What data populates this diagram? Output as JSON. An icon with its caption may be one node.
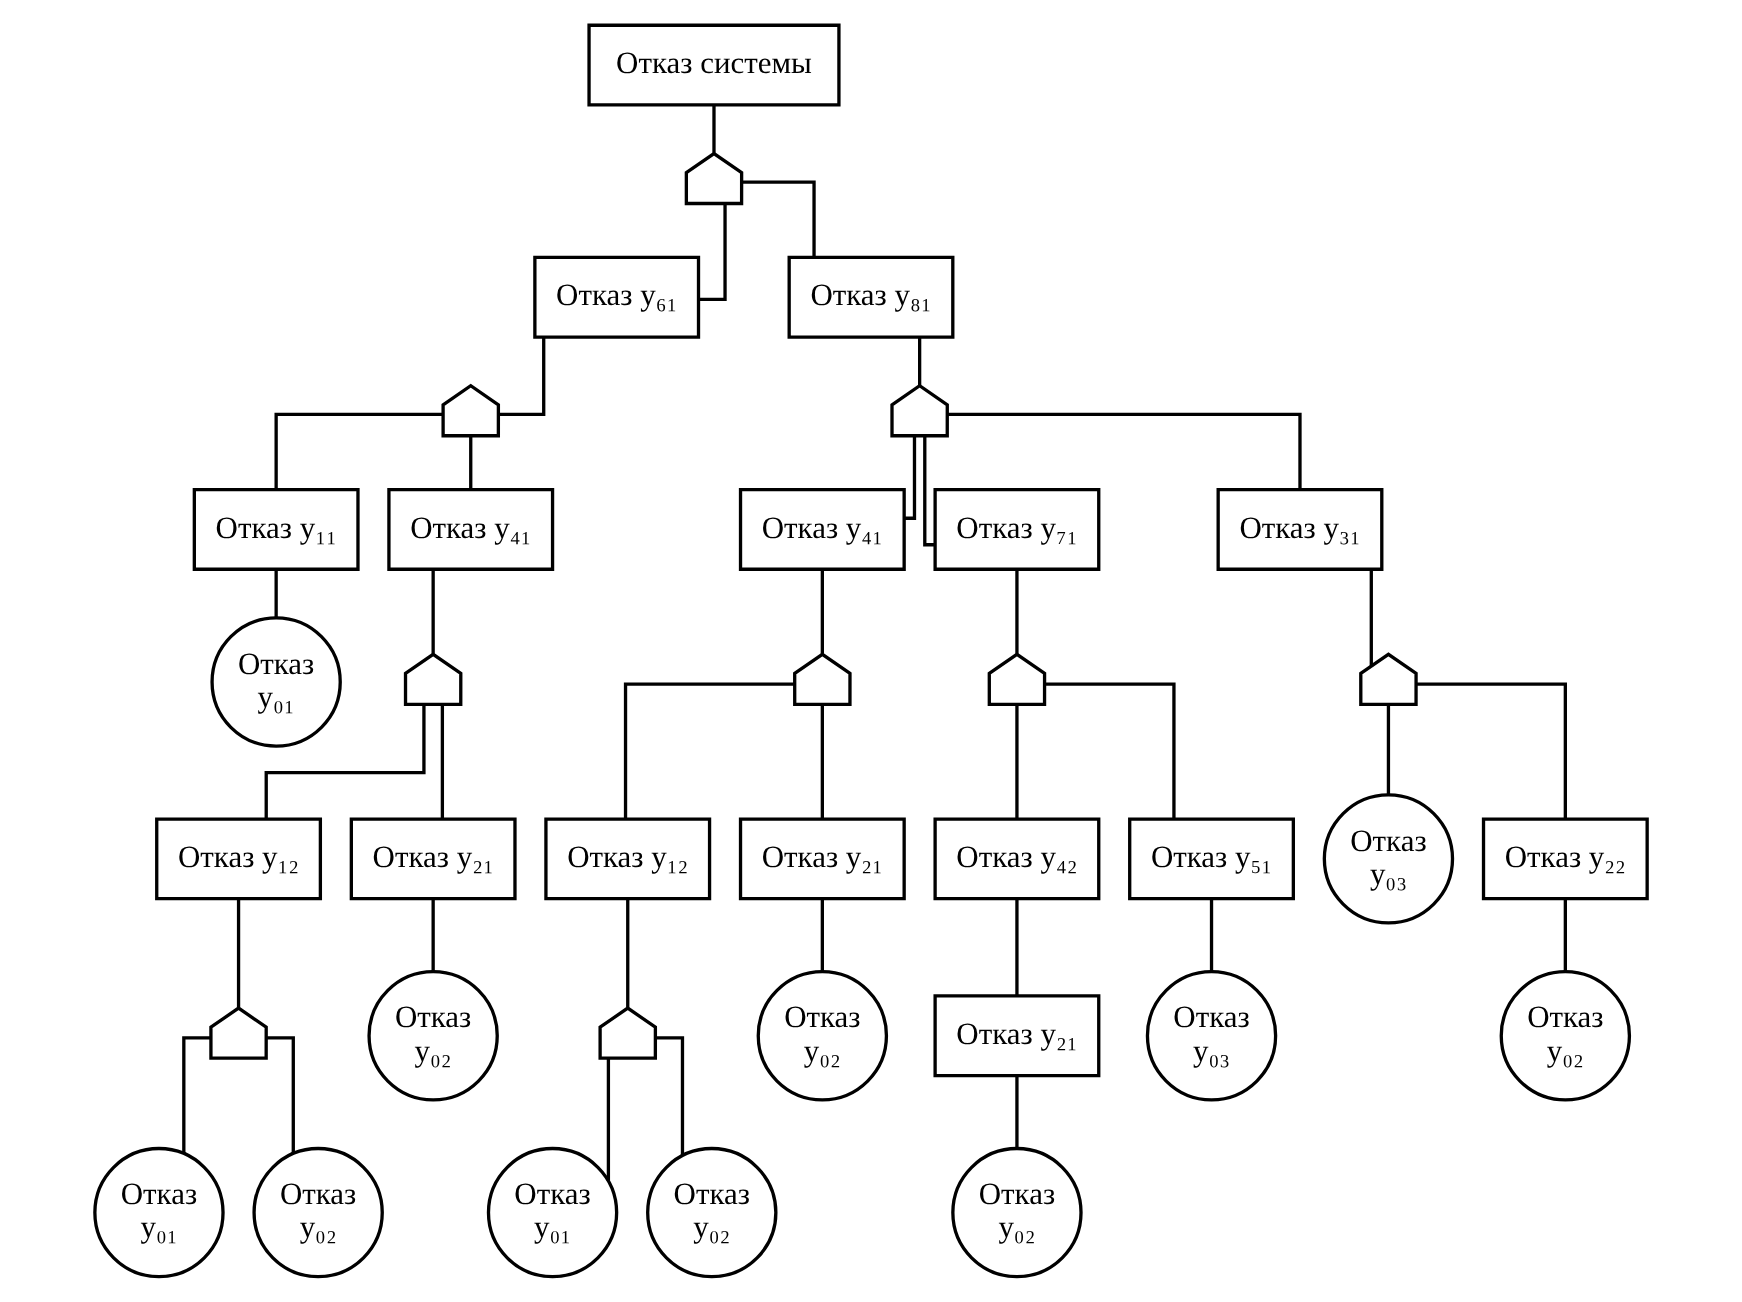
{
  "diagram": {
    "nodes": [
      {
        "text": [
          "Отказ системы"
        ]
      },
      {
        "text": [],
        "shape": "gate"
      },
      {
        "text": [
          "Отказ y₆₁"
        ]
      },
      {
        "text": [
          "Отказ y₈₁"
        ]
      },
      {
        "text": [],
        "shape": "gate"
      },
      {
        "text": [],
        "shape": "gate"
      },
      {
        "text": [
          "Отказ y₁₁"
        ]
      },
      {
        "text": [
          "Отказ y₄₁"
        ]
      },
      {
        "text": [
          "Отказ y₄₁"
        ]
      },
      {
        "text": [
          "Отказ y₇₁"
        ]
      },
      {
        "text": [
          "Отказ y₃₁"
        ]
      },
      {
        "text": [
          "Отказ y₀₁"
        ]
      },
      {
        "text": [],
        "shape": "gate"
      },
      {
        "text": [],
        "shape": "gate"
      },
      {
        "text": [],
        "shape": "gate"
      },
      {
        "text": [],
        "shape": "gate"
      },
      {
        "text": [
          "Отказ y₀₃"
        ]
      },
      {
        "text": [
          "Отказ y₂₂"
        ]
      },
      {
        "text": [
          "Отказ y₁₂"
        ]
      },
      {
        "text": [
          "Отказ y₂₁"
        ]
      },
      {
        "text": [
          "Отказ y₁₂"
        ]
      },
      {
        "text": [
          "Отказ y₂₁"
        ]
      },
      {
        "text": [
          "Отказ y₀₂"
        ]
      },
      {
        "text": [],
        "shape": "gate"
      },
      {
        "text": [
          "Отказ y₀₂"
        ]
      },
      {
        "text": [],
        "shape": "gate"
      },
      {
        "text": [
          "Отказ y₀₂"
        ]
      },
      {
        "text": [
          "Отказ y₄₂"
        ]
      },
      {
        "text": [
          "Отказ y₅₁"
        ]
      },
      {
        "text": [
          "Отказ y₀₁"
        ]
      },
      {
        "text": [
          "Отказ y₀₂"
        ]
      },
      {
        "text": [
          "Отказ y₀₁"
        ]
      },
      {
        "text": [
          "Отказ y₀₂"
        ]
      },
      {
        "text": [
          "Отказ y₂₁"
        ]
      },
      {
        "text": [
          "Отказ y₀₃"
        ]
      },
      {
        "text": [
          "Отказ y₀₂"
        ]
      }
    ],
    "edges": [
      {
        "from": 0,
        "to": 1,
        "arrow": "none"
      },
      {
        "from": 1,
        "to": 2,
        "arrow": "none"
      },
      {
        "from": 1,
        "to": 3,
        "arrow": "none"
      },
      {
        "from": 2,
        "to": 4,
        "arrow": "none"
      },
      {
        "from": 3,
        "to": 5,
        "arrow": "none"
      },
      {
        "from": 4,
        "to": 6,
        "arrow": "none"
      },
      {
        "from": 4,
        "to": 7,
        "arrow": "none"
      },
      {
        "from": 5,
        "to": 8,
        "arrow": "none"
      },
      {
        "from": 5,
        "to": 9,
        "arrow": "none"
      },
      {
        "from": 5,
        "to": 10,
        "arrow": "none"
      },
      {
        "from": 6,
        "to": 11,
        "arrow": "none"
      },
      {
        "from": 7,
        "to": 12,
        "arrow": "none"
      },
      {
        "from": 8,
        "to": 13,
        "arrow": "none"
      },
      {
        "from": 9,
        "to": 14,
        "arrow": "none"
      },
      {
        "from": 10,
        "to": 15,
        "arrow": "none"
      },
      {
        "from": 15,
        "to": 16,
        "arrow": "none"
      },
      {
        "from": 15,
        "to": 17,
        "arrow": "none"
      },
      {
        "from": 17,
        "to": 22,
        "arrow": "none"
      },
      {
        "from": 12,
        "to": 18,
        "arrow": "none"
      },
      {
        "from": 12,
        "to": 19,
        "arrow": "none"
      },
      {
        "from": 13,
        "to": 20,
        "arrow": "none"
      },
      {
        "from": 13,
        "to": 21,
        "arrow": "none"
      },
      {
        "from": 19,
        "to": 24,
        "arrow": "none"
      },
      {
        "from": 21,
        "to": 26,
        "arrow": "none"
      },
      {
        "from": 18,
        "to": 23,
        "arrow": "none"
      },
      {
        "from": 20,
        "to": 25,
        "arrow": "none"
      },
      {
        "from": 14,
        "to": 27,
        "arrow": "none"
      },
      {
        "from": 14,
        "to": 28,
        "arrow": "none"
      },
      {
        "from": 23,
        "to": 29,
        "arrow": "none"
      },
      {
        "from": 23,
        "to": 30,
        "arrow": "none"
      },
      {
        "from": 25,
        "to": 31,
        "arrow": "none"
      },
      {
        "from": 25,
        "to": 32,
        "arrow": "none"
      },
      {
        "from": 27,
        "to": 33,
        "arrow": "none"
      },
      {
        "from": 28,
        "to": 34,
        "arrow": "none"
      },
      {
        "from": 33,
        "to": 35,
        "arrow": "none"
      }
    ]
  }
}
